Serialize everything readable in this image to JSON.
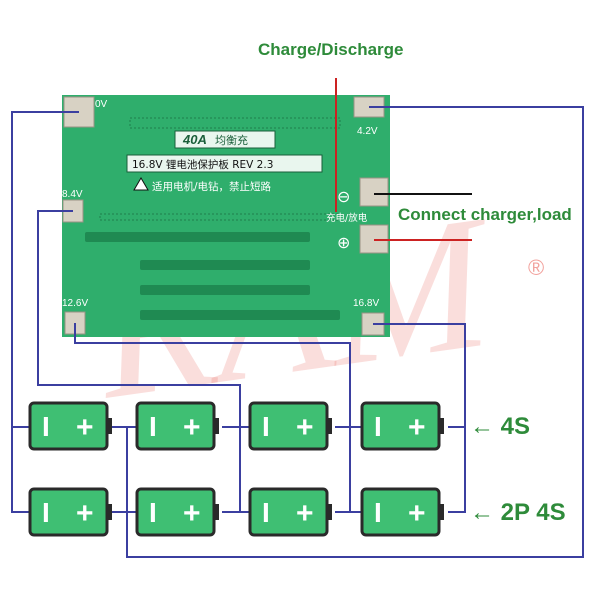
{
  "labels": {
    "charge_discharge": "Charge/Discharge",
    "connect_charger": "Connect charger,load",
    "config_4s": "4S",
    "config_2p4s": "2P 4S",
    "arrow": "←"
  },
  "board": {
    "rating": "40A",
    "balance": "均衡充",
    "model_line": "16.8V 锂电池保护板 REV 2.3",
    "warning_line": "适用电机/电钻，禁止短路",
    "terminal_label": "充电/放电",
    "minus_symbol": "⊖",
    "plus_symbol": "⊕",
    "pads": {
      "p0": "0V",
      "p1": "4.2V",
      "p2": "8.4V",
      "p3": "12.6V",
      "p4": "16.8V"
    }
  },
  "battery": {
    "minus": "I",
    "plus": "+"
  },
  "watermark": {
    "text": "RAM",
    "registered": "®"
  },
  "colors": {
    "board": "#2fae6c",
    "battery": "#3fbf73",
    "wire": "#3b3fa0",
    "red_wire": "#cc2222",
    "label_green": "#2e8b3a"
  }
}
